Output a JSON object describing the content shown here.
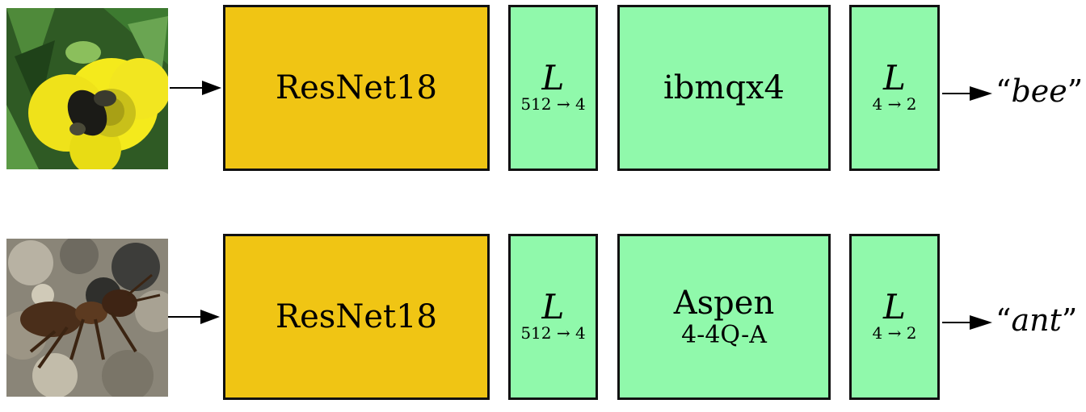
{
  "rows": [
    {
      "image_subject": "bee-on-yellow-flower",
      "backbone": "ResNet18",
      "linear_in": {
        "symbol": "L",
        "dims": "512 → 4"
      },
      "qpu": {
        "line1": "ibmqx4",
        "line2": ""
      },
      "linear_out": {
        "symbol": "L",
        "dims": "4 → 2"
      },
      "output": {
        "open_quote": "“",
        "word": "bee",
        "close_quote": "”"
      }
    },
    {
      "image_subject": "ant-on-ground",
      "backbone": "ResNet18",
      "linear_in": {
        "symbol": "L",
        "dims": "512 → 4"
      },
      "qpu": {
        "line1": "Aspen",
        "line2": "4-4Q-A"
      },
      "linear_out": {
        "symbol": "L",
        "dims": "4 → 2"
      },
      "output": {
        "open_quote": "“",
        "word": "ant",
        "close_quote": "”"
      }
    }
  ],
  "colors": {
    "backbone_fill": "#f0c514",
    "linear_fill": "#90f9ab",
    "border": "#111111"
  }
}
